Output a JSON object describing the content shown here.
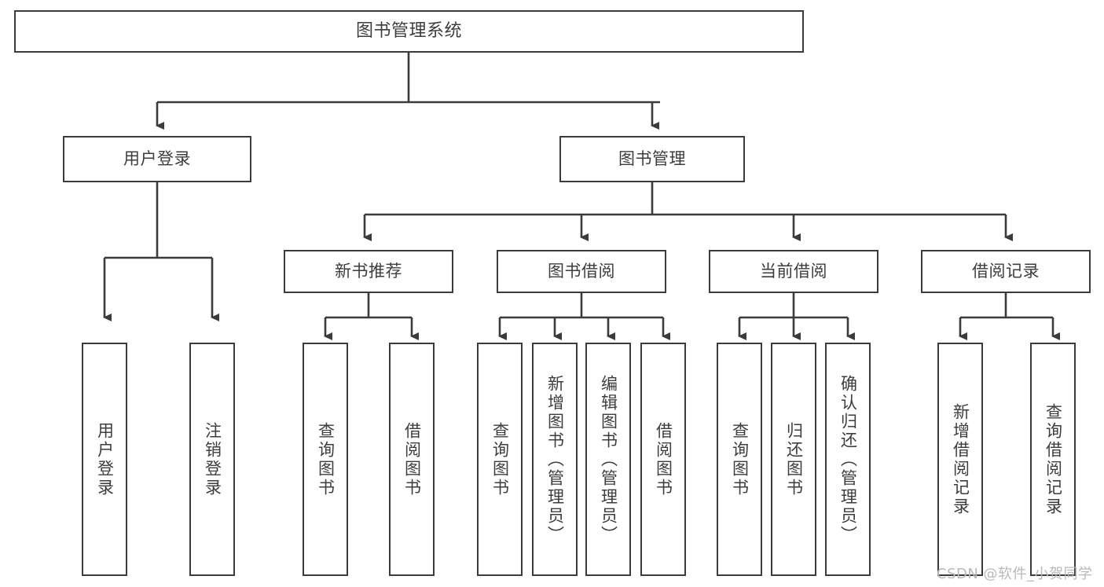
{
  "diagram": {
    "title": "图书管理系统",
    "root": {
      "label": "图书管理系统"
    },
    "level2": [
      {
        "label": "用户登录"
      },
      {
        "label": "图书管理"
      }
    ],
    "level3": [
      {
        "label": "新书推荐"
      },
      {
        "label": "图书借阅"
      },
      {
        "label": "当前借阅"
      },
      {
        "label": "借阅记录"
      }
    ],
    "leaves": {
      "user_login": [
        {
          "label": "用户登录"
        },
        {
          "label": "注销登录"
        }
      ],
      "new_book": [
        {
          "label": "查询图书"
        },
        {
          "label": "借阅图书"
        }
      ],
      "book_borrow": [
        {
          "label": "查询图书"
        },
        {
          "label": "新增图书（管理员）"
        },
        {
          "label": "编辑图书（管理员）"
        },
        {
          "label": "借阅图书"
        }
      ],
      "current_borrow": [
        {
          "label": "查询图书"
        },
        {
          "label": "归还图书"
        },
        {
          "label": "确认归还（管理员）"
        }
      ],
      "borrow_record": [
        {
          "label": "新增借阅记录"
        },
        {
          "label": "查询借阅记录"
        }
      ]
    }
  },
  "watermark": {
    "text": "CSDN @软件_小贺同学"
  },
  "colors": {
    "border": "#3b3b3b",
    "text": "#3d3d3d",
    "background": "#ffffff",
    "watermark": "#b9b9b9"
  }
}
